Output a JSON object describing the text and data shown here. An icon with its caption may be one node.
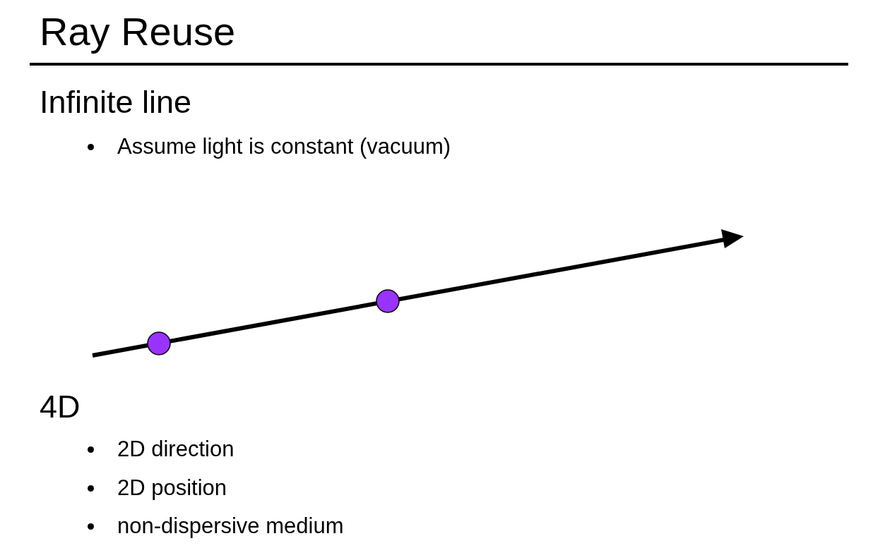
{
  "diagram": {
    "title": "Ray Reuse",
    "labels": [
      "Infinite line",
      "Assume light is constant (vacuum)",
      "4D",
      "2D direction",
      "2D position",
      "non-dispersive medium"
    ]
  }
}
